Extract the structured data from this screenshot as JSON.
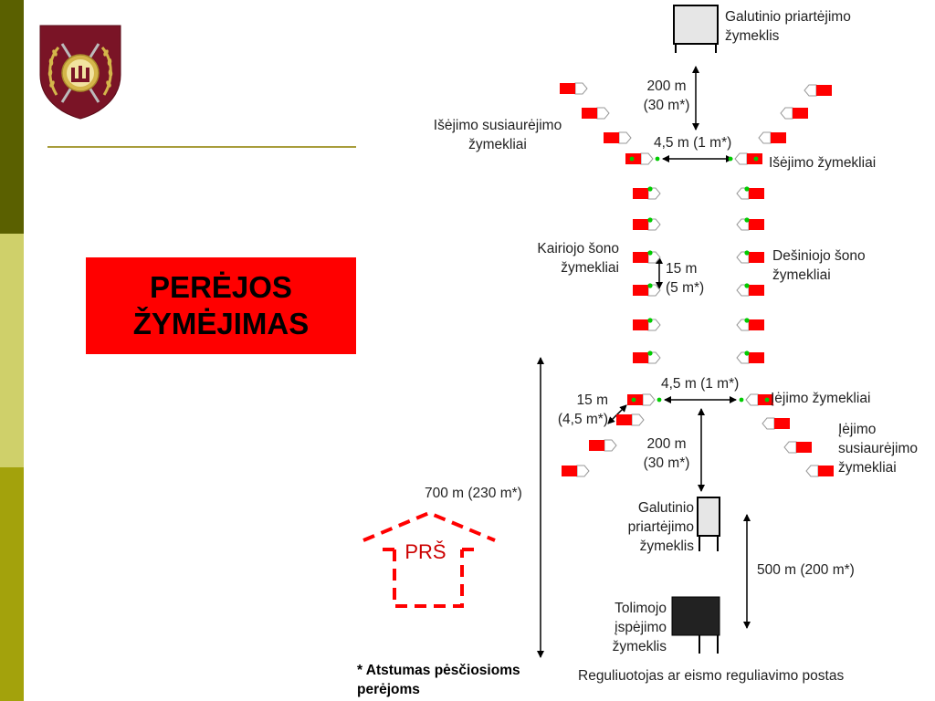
{
  "title": {
    "line1": "PERĖJOS",
    "line2": "ŽYMĖJIMAS"
  },
  "colors": {
    "sidebar_dark": "#5a6000",
    "sidebar_light": "#cfd06a",
    "sidebar_mid": "#a3a20c",
    "accent_rule": "#a89d3c",
    "title_box": "#ff0000",
    "marker_red": "#ff0000",
    "marker_green": "#00cc00",
    "emblem_red": "#7a1426",
    "emblem_gold": "#d4b64a"
  },
  "icons": {
    "emblem": "military-crest-icon",
    "house": "dashed-house-icon"
  },
  "labels": {
    "top_board": "Galutinio priartėjimo\nžymeklis",
    "exit_narrow": "Išėjimo susiaurėjimo\nžymekliai",
    "exit_markers": "Išėjimo žymekliai",
    "left_side": "Kairiojo šono\nžymekliai",
    "right_side": "Dešiniojo šono\nžymekliai",
    "entry_markers": "Įėjimo žymekliai",
    "entry_narrow": "Įėjimo\nsusiaurėjimo\nžymekliai",
    "final_board": "Galutinio\npriartėjimo\nžymeklis",
    "warning_board": "Tolimojo\nįspėjimo\nžymeklis",
    "regulator": "Reguliuotojas ar eismo reguliavimo postas"
  },
  "distances": {
    "top_200": "200 m\n(30 m*)",
    "exit_width": "4,5 m (1 m*)",
    "side_15": "15 m\n(5 m*)",
    "entry_width": "4,5 m (1 m*)",
    "entry_15": "15 m\n(4,5 m*)",
    "entry_200": "200 m\n(30 m*)",
    "total_700": "700 m (230 m*)",
    "warn_500": "500 m (200 m*)"
  },
  "house_label": "PRŠ",
  "footnote": "* Atstumas pėsčiosioms\nperėjoms"
}
